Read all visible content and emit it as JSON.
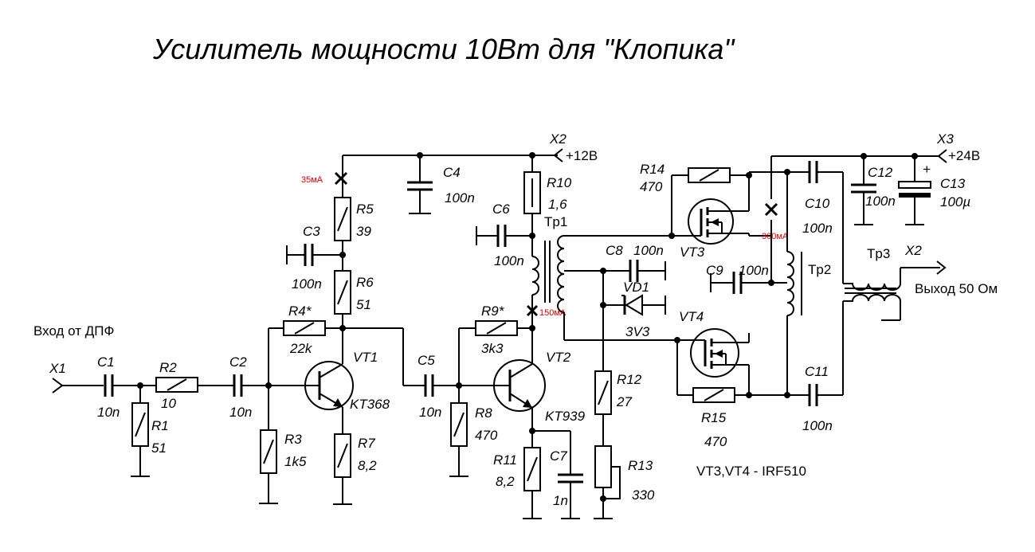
{
  "title": "Усилитель мощности 10Вт для \"Клопика\"",
  "connectors": {
    "x1": "X1",
    "x1_desc": "Вход от ДПФ",
    "x2_top": "X2",
    "x2_top_desc": "+12В",
    "x3": "X3",
    "x3_desc": "+24В",
    "x2_out": "X2",
    "x2_out_desc": "Выход 50 Ом"
  },
  "currents": {
    "vt1": "35мА",
    "vt2": "150мА",
    "vt34": "300мА"
  },
  "components": {
    "c1": {
      "name": "C1",
      "value": "10n"
    },
    "r1": {
      "name": "R1",
      "value": "51"
    },
    "r2": {
      "name": "R2",
      "value": "10"
    },
    "c2": {
      "name": "C2",
      "value": "10n"
    },
    "r3": {
      "name": "R3",
      "value": "1k5"
    },
    "r4": {
      "name": "R4*",
      "value": "22k"
    },
    "c3": {
      "name": "C3",
      "value": "100n"
    },
    "r5": {
      "name": "R5",
      "value": "39"
    },
    "r6": {
      "name": "R6",
      "value": "51"
    },
    "vt1": {
      "name": "VT1",
      "value": "KT368"
    },
    "r7": {
      "name": "R7",
      "value": "8,2"
    },
    "c4": {
      "name": "C4",
      "value": "100n"
    },
    "c5": {
      "name": "C5",
      "value": "10n"
    },
    "r8": {
      "name": "R8",
      "value": "470"
    },
    "r9": {
      "name": "R9*",
      "value": "3k3"
    },
    "vt2": {
      "name": "VT2",
      "value": "KT939"
    },
    "r10": {
      "name": "R10",
      "value": "1,6"
    },
    "c6": {
      "name": "C6",
      "value": "100n"
    },
    "tp1": {
      "name": "Tp1"
    },
    "r11": {
      "name": "R11",
      "value": "8,2"
    },
    "c7": {
      "name": "C7",
      "value": "1n"
    },
    "r12": {
      "name": "R12",
      "value": "27"
    },
    "r13": {
      "name": "R13",
      "value": "330"
    },
    "c8": {
      "name": "C8",
      "value": "100n"
    },
    "vd1": {
      "name": "VD1",
      "value": "3V3"
    },
    "r14": {
      "name": "R14",
      "value": "470"
    },
    "vt3": {
      "name": "VT3"
    },
    "vt4": {
      "name": "VT4"
    },
    "r15": {
      "name": "R15",
      "value": "470"
    },
    "c9": {
      "name": "C9",
      "value": "100n"
    },
    "c10": {
      "name": "C10",
      "value": "100n"
    },
    "c11": {
      "name": "C11",
      "value": "100n"
    },
    "c12": {
      "name": "C12",
      "value": "100n"
    },
    "c13": {
      "name": "C13",
      "value": "100µ",
      "polarity": "+"
    },
    "tp2": {
      "name": "Tp2"
    },
    "tp3": {
      "name": "Tp3"
    }
  },
  "note": "VT3,VT4 - IRF510"
}
